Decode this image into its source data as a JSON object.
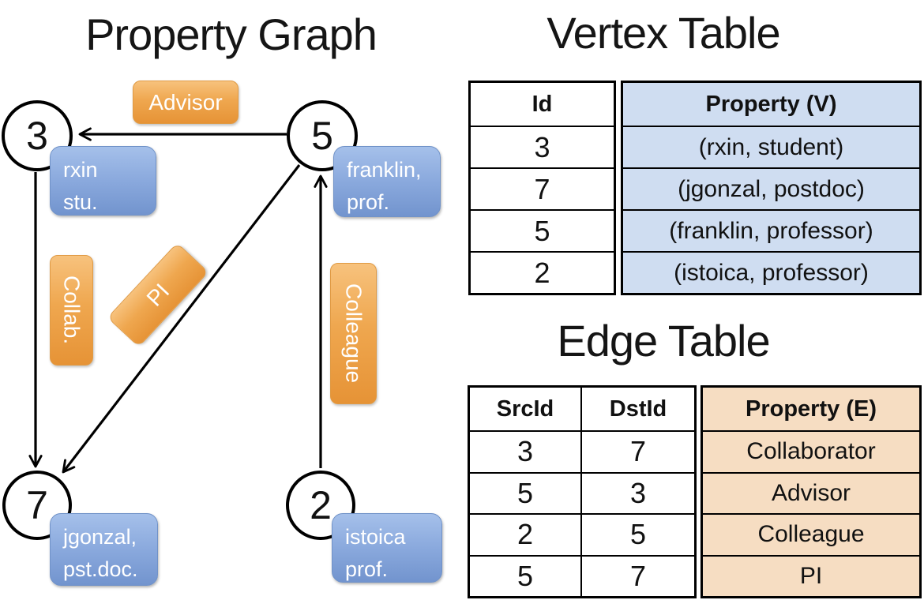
{
  "graph": {
    "title": "Property Graph",
    "nodes": [
      {
        "id": "3",
        "lines": [
          "rxin",
          "stu."
        ]
      },
      {
        "id": "5",
        "lines": [
          "franklin,",
          "prof."
        ]
      },
      {
        "id": "7",
        "lines": [
          "jgonzal,",
          "pst.doc."
        ]
      },
      {
        "id": "2",
        "lines": [
          "istoica",
          "prof."
        ]
      }
    ],
    "edges": [
      {
        "label": "Advisor",
        "from": "5",
        "to": "3"
      },
      {
        "label": "Collab.",
        "from": "3",
        "to": "7"
      },
      {
        "label": "PI",
        "from": "5",
        "to": "7"
      },
      {
        "label": "Colleague",
        "from": "2",
        "to": "5"
      }
    ]
  },
  "vertex_table": {
    "title": "Vertex Table",
    "columns": [
      "Id",
      "Property (V)"
    ],
    "rows": [
      [
        "3",
        "(rxin, student)"
      ],
      [
        "7",
        "(jgonzal, postdoc)"
      ],
      [
        "5",
        "(franklin, professor)"
      ],
      [
        "2",
        "(istoica, professor)"
      ]
    ]
  },
  "edge_table": {
    "title": "Edge Table",
    "columns": [
      "SrcId",
      "DstId",
      "Property (E)"
    ],
    "rows": [
      [
        "3",
        "7",
        "Collaborator"
      ],
      [
        "5",
        "3",
        "Advisor"
      ],
      [
        "2",
        "5",
        "Colleague"
      ],
      [
        "5",
        "7",
        "PI"
      ]
    ]
  },
  "colors": {
    "edge_label_orange": "#ed9f45",
    "vertex_label_blue": "#85a6d9",
    "vertex_property_fill": "#cfddf1",
    "edge_property_fill": "#f6ddc2",
    "line_black": "#000000"
  }
}
